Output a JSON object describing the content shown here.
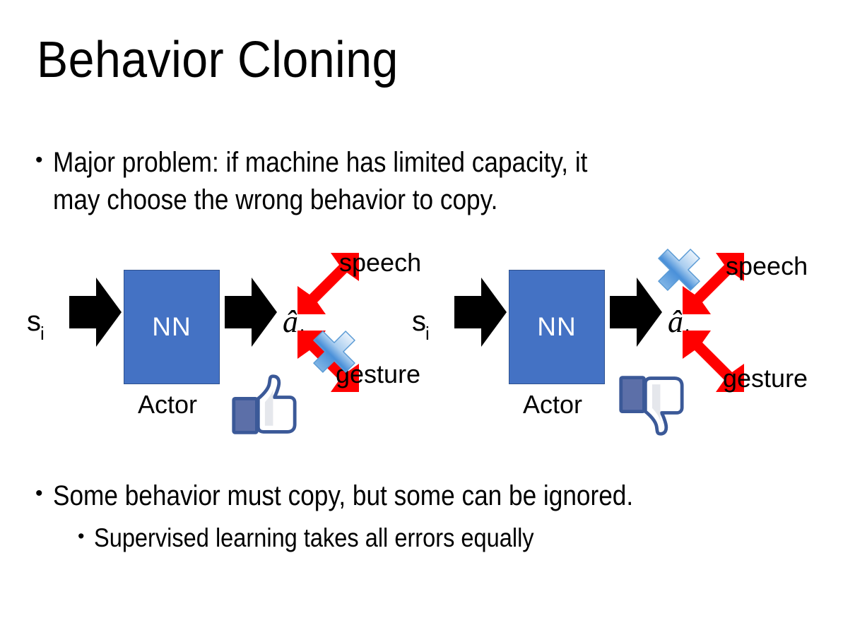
{
  "slide": {
    "title": "Behavior Cloning",
    "background_color": "#FFFFFF",
    "text_color": "#000000"
  },
  "bullets": [
    {
      "id": "major-problem",
      "marker": "•",
      "level": 1,
      "text": "Major problem: if machine has limited capacity, it\nmay choose the wrong behavior to copy."
    },
    {
      "id": "some-behavior",
      "marker": "•",
      "level": 1,
      "text": "Some behavior must copy, but some can be ignored."
    },
    {
      "id": "supervised-learning",
      "marker": "•",
      "level": 2,
      "text": "Supervised learning takes all errors equally"
    }
  ],
  "diagrams": [
    {
      "id": "left",
      "state_label": "s",
      "state_subscript": "i",
      "box_label": "NN",
      "box_color": "#4472C4",
      "box_border_color": "#2F528F",
      "caption": "Actor",
      "action_label": "â",
      "action_subscript": "i",
      "branches": [
        {
          "name": "speech",
          "label": "speech",
          "crossed": false
        },
        {
          "name": "gesture",
          "label": "gesture",
          "crossed": true
        }
      ],
      "verdict": "thumbs-up",
      "arrow_color": "#FF0000",
      "cross_color": "#4A90D9"
    },
    {
      "id": "right",
      "state_label": "s",
      "state_subscript": "i",
      "box_label": "NN",
      "box_color": "#4472C4",
      "box_border_color": "#2F528F",
      "caption": "Actor",
      "action_label": "â",
      "action_subscript": "i",
      "branches": [
        {
          "name": "speech",
          "label": "speech",
          "crossed": true
        },
        {
          "name": "gesture",
          "label": "gesture",
          "crossed": false
        }
      ],
      "verdict": "thumbs-down",
      "arrow_color": "#FF0000",
      "cross_color": "#4A90D9"
    }
  ]
}
